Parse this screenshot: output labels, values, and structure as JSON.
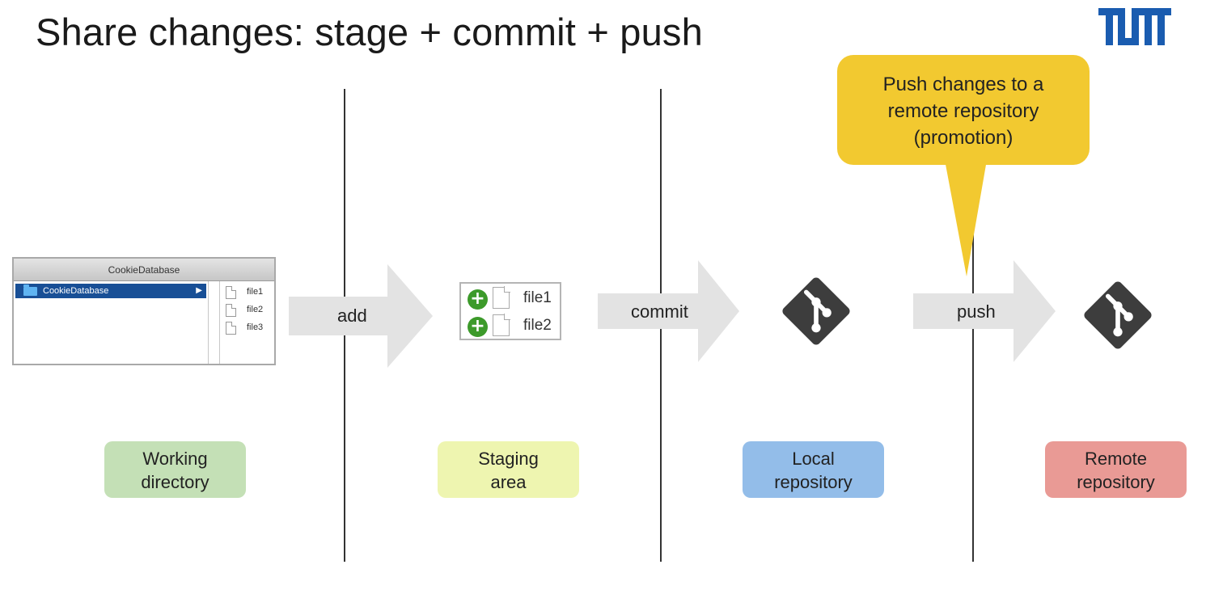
{
  "title": "Share changes: stage + commit + push",
  "logo": {
    "text": "TUM",
    "color": "#1a5cb0"
  },
  "working_directory": {
    "window_title": "CookieDatabase",
    "selected_folder": "CookieDatabase",
    "files": [
      "file1",
      "file2",
      "file3"
    ]
  },
  "staging_files": [
    "file1",
    "file2"
  ],
  "steps": {
    "add": "add",
    "commit": "commit",
    "push": "push"
  },
  "areas": {
    "working": {
      "line1": "Working",
      "line2": "directory",
      "color": "#c4e0b6"
    },
    "staging": {
      "line1": "Staging",
      "line2": "area",
      "color": "#eef5b0"
    },
    "local": {
      "line1": "Local",
      "line2": "repository",
      "color": "#93bde9"
    },
    "remote": {
      "line1": "Remote",
      "line2": "repository",
      "color": "#e99a95"
    }
  },
  "callout": {
    "line1": "Push changes to a",
    "line2": "remote repository",
    "line3": "(promotion)",
    "color": "#f2c930"
  },
  "icons": {
    "git": "git-logo-icon",
    "plus": "plus-circle-icon",
    "file": "file-icon",
    "folder": "folder-icon"
  }
}
